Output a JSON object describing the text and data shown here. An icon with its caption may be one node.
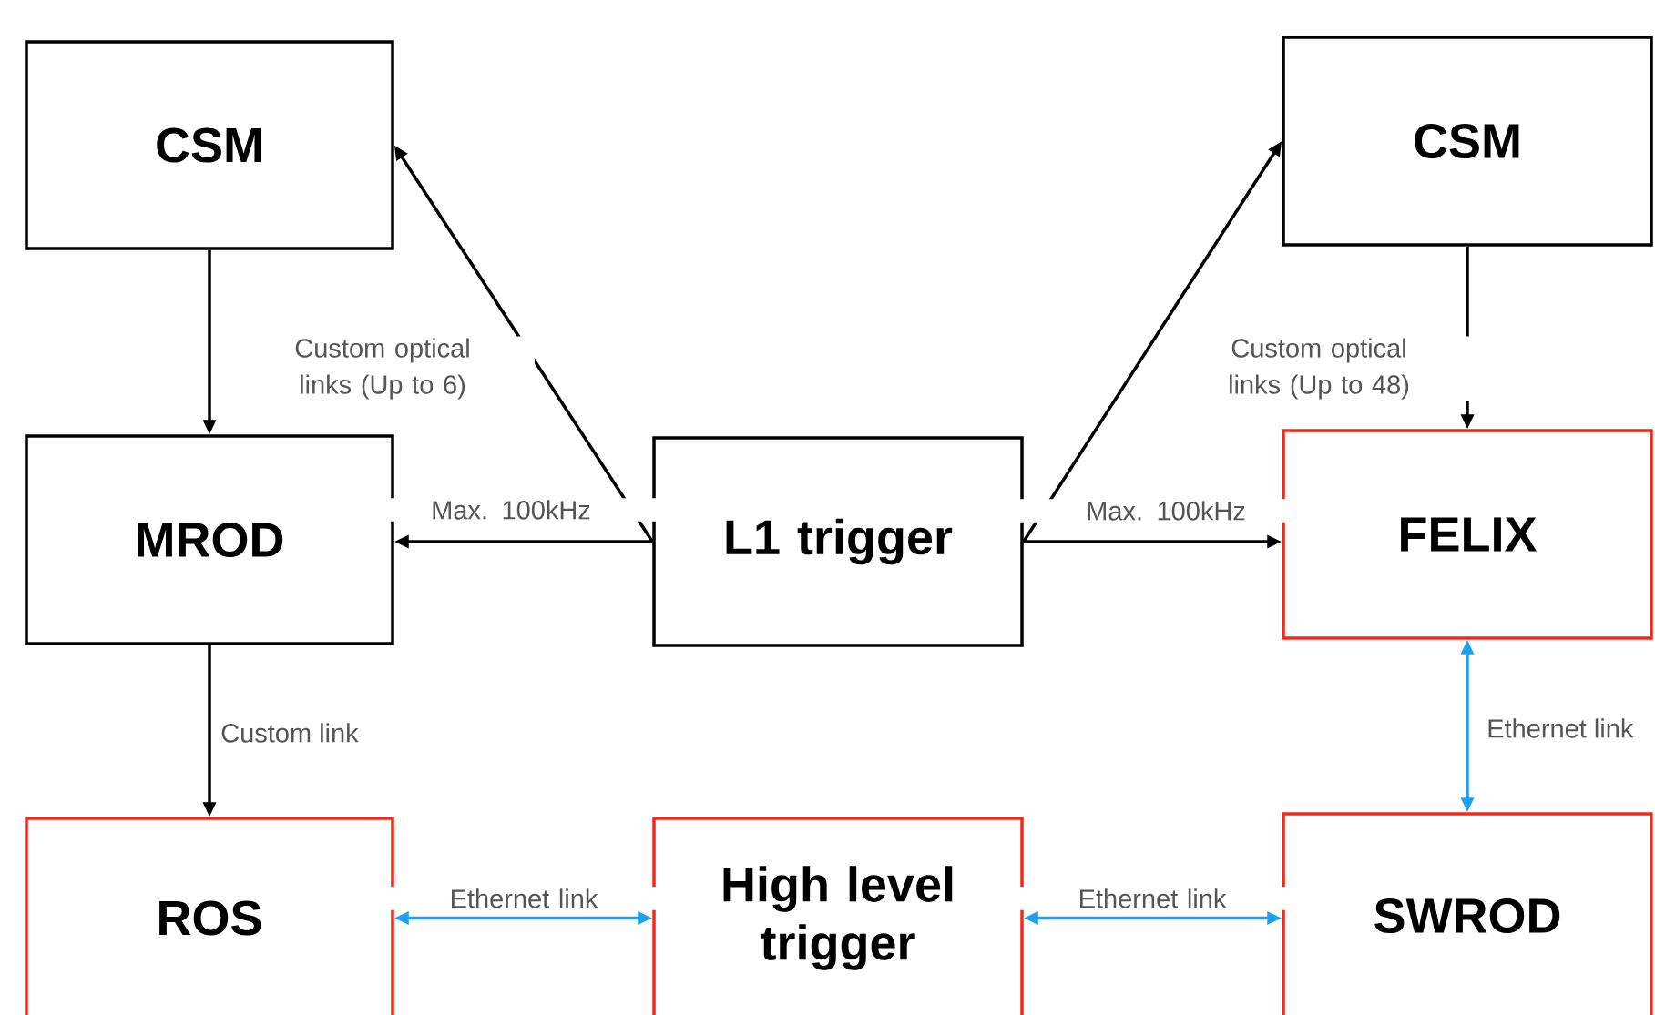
{
  "diagram": {
    "nodes": [
      {
        "text": [
          "CSM"
        ]
      },
      {
        "text": [
          "CSM"
        ]
      },
      {
        "text": [
          "MROD"
        ]
      },
      {
        "text": [
          "L1 trigger"
        ]
      },
      {
        "text": [
          "FELIX"
        ]
      },
      {
        "text": [
          "ROS"
        ]
      },
      {
        "text": [
          "High level trigger"
        ]
      },
      {
        "text": [
          "SWROD"
        ]
      }
    ],
    "edges": [
      {
        "from": 0,
        "to": 2,
        "arrow": "to",
        "label": "Custom optical links (Up to 6)"
      },
      {
        "from": 3,
        "to": 0,
        "arrow": "to"
      },
      {
        "from": 3,
        "to": 2,
        "arrow": "to",
        "label": "Max. 100kHz"
      },
      {
        "from": 3,
        "to": 1,
        "arrow": "to"
      },
      {
        "from": 3,
        "to": 4,
        "arrow": "to",
        "label": "Max. 100kHz"
      },
      {
        "from": 1,
        "to": 4,
        "arrow": "to",
        "label": "Custom optical links (Up to 48)"
      },
      {
        "from": 2,
        "to": 5,
        "arrow": "to",
        "label": "Custom link"
      },
      {
        "from": 4,
        "to": 7,
        "arrow": "both",
        "label": "Ethernet link",
        "color": "#1ea0f0"
      },
      {
        "from": 5,
        "to": 6,
        "arrow": "both",
        "label": "Ethernet link",
        "color": "#1ea0f0"
      },
      {
        "from": 6,
        "to": 7,
        "arrow": "both",
        "label": "Ethernet link",
        "color": "#1ea0f0"
      }
    ]
  }
}
